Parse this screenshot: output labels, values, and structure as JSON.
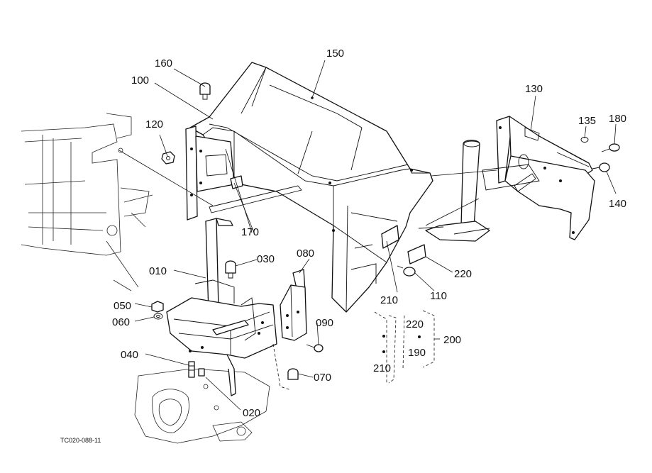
{
  "figure_id": "TC020-088-11",
  "callouts": {
    "p010": "010",
    "p020": "020",
    "p030": "030",
    "p040": "040",
    "p050": "050",
    "p060": "060",
    "p070": "070",
    "p080": "080",
    "p090": "090",
    "p100": "100",
    "p110": "110",
    "p120": "120",
    "p130": "130",
    "p135": "135",
    "p140": "140",
    "p150": "150",
    "p160": "160",
    "p170": "170",
    "p180": "180",
    "p190": "190",
    "p200": "200",
    "p210a": "210",
    "p210b": "210",
    "p220a": "220",
    "p220b": "220"
  }
}
